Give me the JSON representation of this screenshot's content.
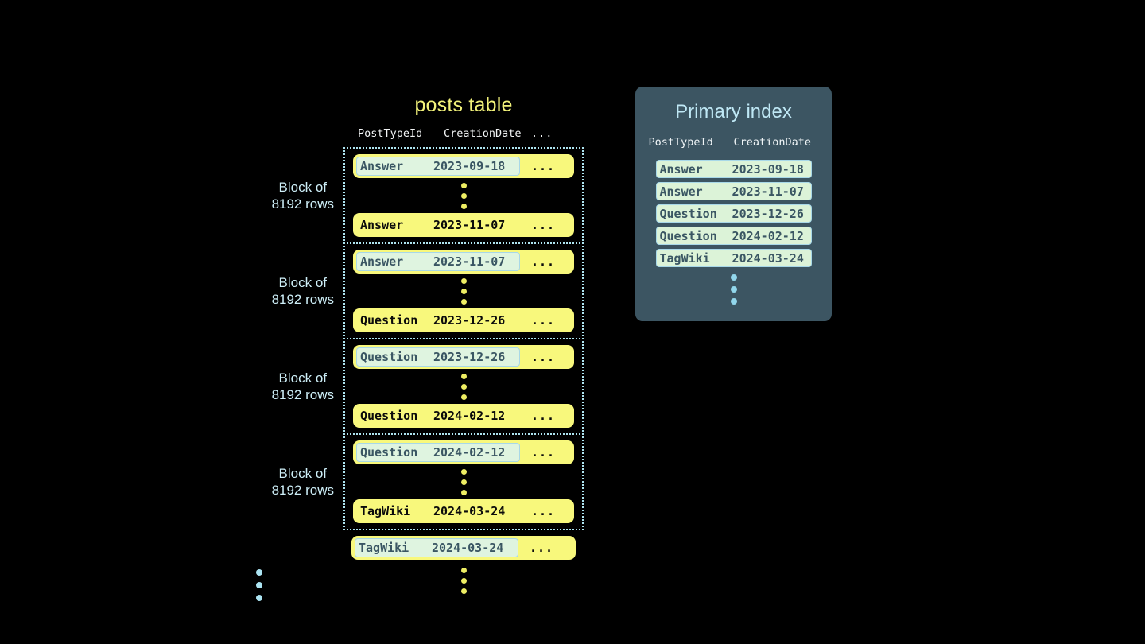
{
  "background_color": "#000000",
  "posts_table": {
    "title": "posts table",
    "columns": [
      "PostTypeId",
      "CreationDate",
      "..."
    ],
    "ellipsis_cell": "...",
    "blocks": [
      {
        "label_line1": "Block of",
        "label_line2": "8192 rows",
        "first_row": {
          "post_type_id": "Answer",
          "creation_date": "2023-09-18",
          "rest": "...",
          "highlighted": true
        },
        "last_row": {
          "post_type_id": "Answer",
          "creation_date": "2023-11-07",
          "rest": "...",
          "highlighted": false
        }
      },
      {
        "label_line1": "Block of",
        "label_line2": "8192 rows",
        "first_row": {
          "post_type_id": "Answer",
          "creation_date": "2023-11-07",
          "rest": "...",
          "highlighted": true
        },
        "last_row": {
          "post_type_id": "Question",
          "creation_date": "2023-12-26",
          "rest": "...",
          "highlighted": false
        }
      },
      {
        "label_line1": "Block of",
        "label_line2": "8192 rows",
        "first_row": {
          "post_type_id": "Question",
          "creation_date": "2023-12-26",
          "rest": "...",
          "highlighted": true
        },
        "last_row": {
          "post_type_id": "Question",
          "creation_date": "2024-02-12",
          "rest": "...",
          "highlighted": false
        }
      },
      {
        "label_line1": "Block of",
        "label_line2": "8192 rows",
        "first_row": {
          "post_type_id": "Question",
          "creation_date": "2024-02-12",
          "rest": "...",
          "highlighted": true
        },
        "last_row": {
          "post_type_id": "TagWiki",
          "creation_date": "2024-03-24",
          "rest": "...",
          "highlighted": false
        }
      }
    ],
    "tail_row": {
      "post_type_id": "TagWiki",
      "creation_date": "2024-03-24",
      "rest": "...",
      "highlighted": true
    }
  },
  "primary_index": {
    "title": "Primary index",
    "columns": [
      "PostTypeId",
      "CreationDate"
    ],
    "rows": [
      {
        "post_type_id": "Answer",
        "creation_date": "2023-09-18"
      },
      {
        "post_type_id": "Answer",
        "creation_date": "2023-11-07"
      },
      {
        "post_type_id": "Question",
        "creation_date": "2023-12-26"
      },
      {
        "post_type_id": "Question",
        "creation_date": "2024-02-12"
      },
      {
        "post_type_id": "TagWiki",
        "creation_date": "2024-03-24"
      }
    ]
  },
  "colors": {
    "row_yellow": "#f8f87c",
    "highlight_green": "#dff4e0",
    "highlight_border": "#a8d8e8",
    "panel_bg": "#3c5562",
    "title_yellow": "#f2f27a",
    "title_blue": "#bfe8f5",
    "dot_yellow": "#eded63",
    "dot_blue": "#92d7ec",
    "block_border": "#aee4f0"
  }
}
